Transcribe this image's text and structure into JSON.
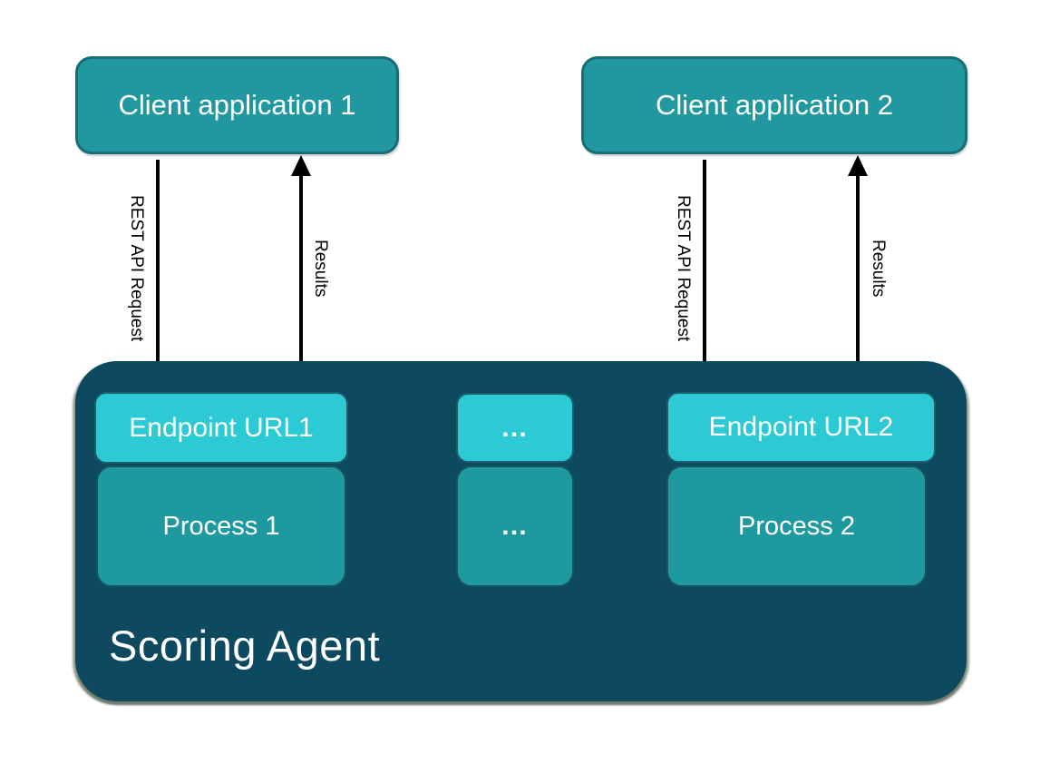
{
  "diagram": {
    "clients": [
      {
        "label": "Client application 1"
      },
      {
        "label": "Client application 2"
      }
    ],
    "flows": [
      {
        "request_label": "REST API Request",
        "response_label": "Results"
      },
      {
        "request_label": "REST API Request",
        "response_label": "Results"
      }
    ],
    "agent": {
      "title": "Scoring Agent",
      "endpoints": [
        {
          "label": "Endpoint URL1"
        },
        {
          "label": "…"
        },
        {
          "label": "Endpoint URL2"
        }
      ],
      "processes": [
        {
          "label": "Process 1"
        },
        {
          "label": "…"
        },
        {
          "label": "Process 2"
        }
      ]
    },
    "colors": {
      "client_fill": "#2197a0",
      "client_border": "#186d77",
      "endpoint_fill": "#2bcad4",
      "endpoint_border": "#1c5f68",
      "process_fill": "#1f99a0",
      "process_border": "#15555e",
      "agent_fill": "#0d4a60",
      "arrow": "#000000",
      "label_text": "#000000",
      "box_text": "#ffffff"
    }
  }
}
